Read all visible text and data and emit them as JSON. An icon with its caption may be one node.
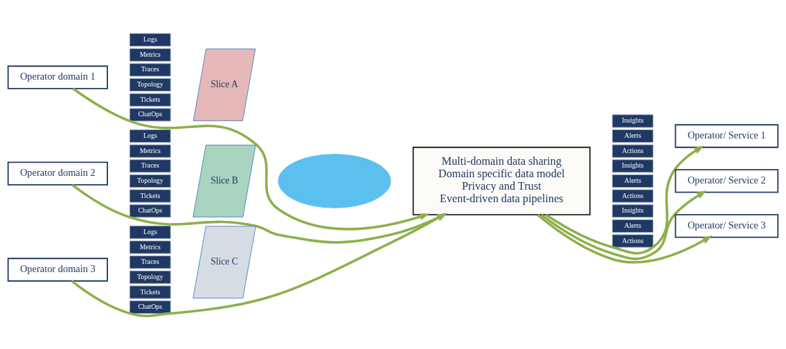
{
  "diagram": {
    "nodes": [
      {
        "text": [
          "Operator domain 1"
        ]
      },
      {
        "text": [
          "Operator domain 2"
        ]
      },
      {
        "text": [
          "Operator domain 3"
        ]
      },
      {
        "text": [
          "Logs"
        ]
      },
      {
        "text": [
          "Metrics"
        ]
      },
      {
        "text": [
          "Traces"
        ]
      },
      {
        "text": [
          "Topology"
        ]
      },
      {
        "text": [
          "Tickets"
        ]
      },
      {
        "text": [
          "ChatOps"
        ]
      },
      {
        "text": [
          "Logs"
        ]
      },
      {
        "text": [
          "Metrics"
        ]
      },
      {
        "text": [
          "Traces"
        ]
      },
      {
        "text": [
          "Topology"
        ]
      },
      {
        "text": [
          "Tickets"
        ]
      },
      {
        "text": [
          "ChatOps"
        ]
      },
      {
        "text": [
          "Logs"
        ]
      },
      {
        "text": [
          "Metrics"
        ]
      },
      {
        "text": [
          "Traces"
        ]
      },
      {
        "text": [
          "Topology"
        ]
      },
      {
        "text": [
          "Tickets"
        ]
      },
      {
        "text": [
          "ChatOps"
        ]
      },
      {
        "text": [
          "Slice A"
        ]
      },
      {
        "text": [
          "Slice B"
        ]
      },
      {
        "text": [
          "Slice C"
        ]
      },
      {
        "text": [],
        "shape": "cloud"
      },
      {
        "text": [
          "Multi-domain data sharing",
          "Domain specific data model",
          "Privacy and Trust",
          "Event-driven data pipelines"
        ]
      },
      {
        "text": [
          "Insights"
        ]
      },
      {
        "text": [
          "Alerts"
        ]
      },
      {
        "text": [
          "Actions"
        ]
      },
      {
        "text": [
          "Insights"
        ]
      },
      {
        "text": [
          "Alerts"
        ]
      },
      {
        "text": [
          "Actions"
        ]
      },
      {
        "text": [
          "Insights"
        ]
      },
      {
        "text": [
          "Alerts"
        ]
      },
      {
        "text": [
          "Actions"
        ]
      },
      {
        "text": [
          "Operator/ Service 1"
        ]
      },
      {
        "text": [
          "Operator/ Service 2"
        ]
      },
      {
        "text": [
          "Operator/ Service 3"
        ]
      }
    ],
    "edges": [
      {
        "from": 0,
        "to": 25,
        "arrow": "to"
      },
      {
        "from": 1,
        "to": 25,
        "arrow": "to"
      },
      {
        "from": 2,
        "to": 25,
        "arrow": "to"
      },
      {
        "from": 25,
        "to": 35,
        "arrow": "to"
      },
      {
        "from": 25,
        "to": 36,
        "arrow": "to"
      },
      {
        "from": 25,
        "to": 37,
        "arrow": "to"
      }
    ]
  }
}
